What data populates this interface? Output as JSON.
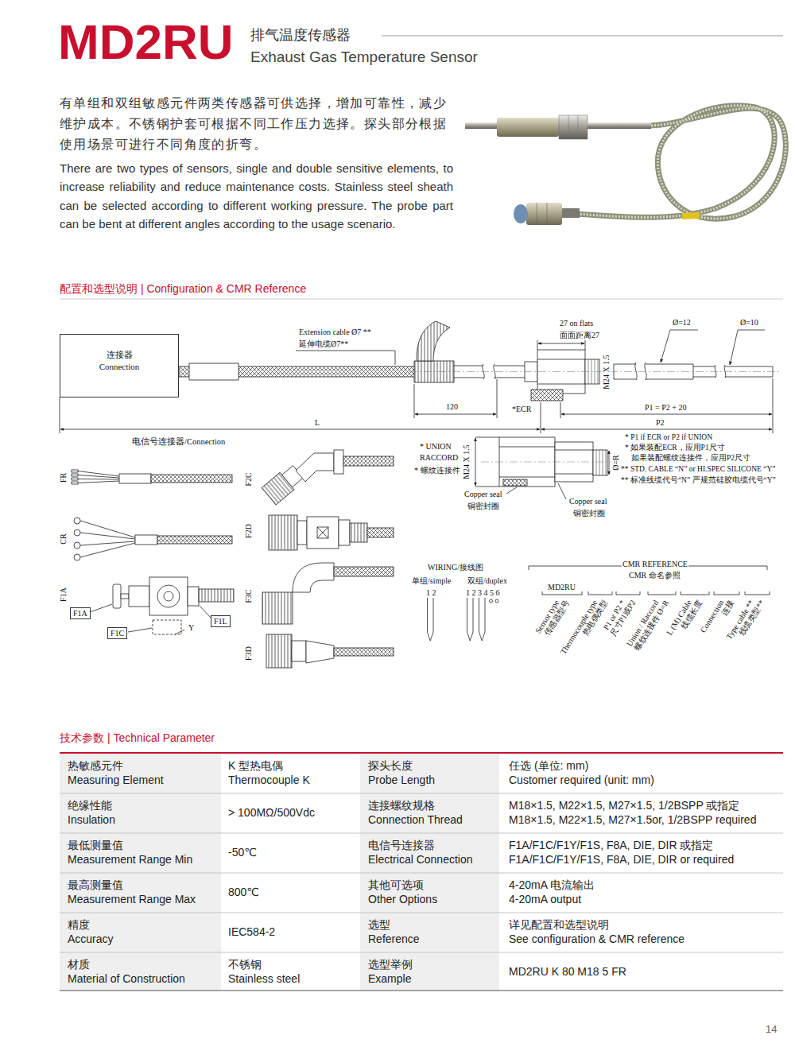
{
  "diagram": {
    "title": "MD2RU",
    "nodes": [
      {
        "text": [
          "连接器",
          "Connection"
        ]
      },
      {
        "text": [
          "F1A"
        ]
      },
      {
        "text": [
          "F1C"
        ]
      },
      {
        "text": [
          "F1L"
        ]
      }
    ],
    "labels": [
      "排气温度传感器",
      "Exhaust Gas Temperature Sensor",
      "有单组和双组敏感元件两类传感器可供选择，增加可靠性，减少维护成本。不锈钢护套可根据不同工作压力选择。探头部分根据使用场景可进行不同角度的折弯。",
      "There are two types of sensors, single and double sensitive elements, to increase reliability and reduce maintenance costs. Stainless steel sheath can be selected according to different working pressure. The probe part can be bent at different angles according to the usage scenario.",
      "配置和选型说明 | Configuration & CMR Reference",
      "Extension cable Ø7 **",
      "延伸电缆Ø7**",
      "27 on flats",
      "面面距离27",
      "Ø=12",
      "Ø=10",
      "M24 X 1.5",
      "120",
      "*ECR",
      "P1 = P2 + 20",
      "P2",
      "L",
      "电信号连接器/Connection",
      "FR",
      "CR",
      "F1A",
      "Y",
      "F2C",
      "F2D",
      "F3C",
      "F3D",
      "* UNION",
      "RACCORD",
      "* 螺纹连接件",
      "M24 X 1.5",
      "Ø=R",
      "* P1 if ECR or P2 if UNION",
      "* 如果装配ECR，应用P1尺寸",
      "如果装配螺纹连接件，应用P2尺寸",
      "** STD. CABLE “N” or HI.SPEC SILICONE “Y”",
      "** 标准线缆代号“N” 严规范硅胶电缆代号“Y”",
      "Copper seal",
      "铜密封圈",
      "Copper seal",
      "铜密封圈",
      "WIRING/接线图",
      "单组/simple",
      "双组/duplex",
      "1 2",
      "1 2 3 4 5 6",
      "CMR REFERENCE",
      "CMR 命名参照",
      "MD2RU",
      "Sensor type",
      "传感器型号",
      "Thermocouple type",
      "热电偶类型",
      "P1 or P2 *",
      "尺寸P1或P2",
      "Union / Raccord",
      "螺纹连接件 Ø=R",
      "L (M) Cable",
      "线缆长度",
      "Connection",
      "连接",
      "Type cable **",
      "线缆类型**",
      "技术参数 | Technical Parameter",
      "热敏感元件",
      "Measuring Element",
      "K 型热电偶",
      "Thermocouple K",
      "探头长度",
      "Probe Length",
      "任选 (单位: mm)",
      "Customer required (unit: mm)",
      "绝缘性能",
      "Insulation",
      "> 100MΩ/500Vdc",
      "连接螺纹规格",
      "Connection Thread",
      "M18×1.5, M22×1.5, M27×1.5, 1/2BSPP 或指定",
      "M18×1.5, M22×1.5, M27×1.5or, 1/2BSPP required",
      "最低测量值",
      "Measurement Range Min",
      "-50℃",
      "电信号连接器",
      "Electrical Connection",
      "F1A/F1C/F1Y/F1S, F8A, DIE, DIR 或指定",
      "F1A/F1C/F1Y/F1S, F8A, DIE, DIR or required",
      "最高测量值",
      "Measurement Range Max",
      "800℃",
      "其他可选项",
      "Other Options",
      "4-20mA 电流输出",
      "4-20mA output",
      "精度",
      "Accuracy",
      "IEC584-2",
      "选型",
      "Reference",
      "详见配置和选型说明",
      "See configuration & CMR reference",
      "材质",
      "Material of Construction",
      "不锈钢",
      "Stainless steel",
      "选型举例",
      "Example",
      "MD2RU K 80 M18 5 FR",
      "14"
    ]
  }
}
